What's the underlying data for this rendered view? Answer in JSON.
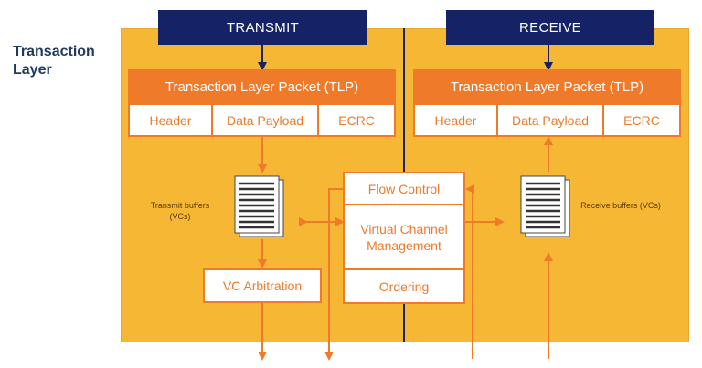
{
  "layer_label": "Transaction Layer",
  "transmit": {
    "title": "TRANSMIT",
    "tlp": "Transaction Layer Packet (TLP)",
    "fields": [
      "Header",
      "Data Payload",
      "ECRC"
    ],
    "buffers_label": "Transmit buffers (VCs)",
    "vc_arbitration": "VC Arbitration"
  },
  "receive": {
    "title": "RECEIVE",
    "tlp": "Transaction Layer Packet (TLP)",
    "fields": [
      "Header",
      "Data Payload",
      "ECRC"
    ],
    "buffers_label": "Receive buffers (VCs)"
  },
  "center": {
    "flow_control": "Flow Control",
    "vc_management": "Virtual Channel Management",
    "ordering": "Ordering"
  },
  "colors": {
    "panel": "#f6b735",
    "accent": "#ee7a2a",
    "navy": "#152366"
  }
}
